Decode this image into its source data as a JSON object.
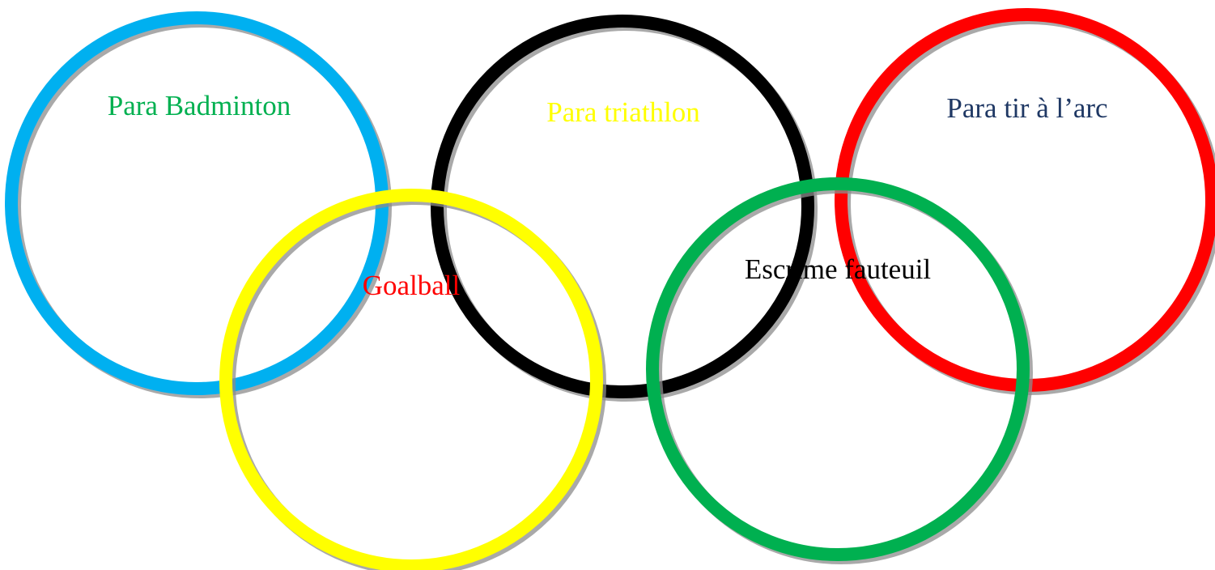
{
  "rings": [
    {
      "id": "blue",
      "color": "#00b0f0",
      "label": "Para Badminton",
      "label_color": "#00b050"
    },
    {
      "id": "yellow",
      "color": "#ffff00",
      "label": "Goalball",
      "label_color": "#ff0000"
    },
    {
      "id": "black",
      "color": "#000000",
      "label": "Para triathlon",
      "label_color": "#ffff00"
    },
    {
      "id": "green",
      "color": "#00b050",
      "label": "Escrime fauteuil",
      "label_color": "#000000"
    },
    {
      "id": "red",
      "color": "#ff0000",
      "label": "Para tir à l’arc",
      "label_color": "#1f3864"
    }
  ]
}
